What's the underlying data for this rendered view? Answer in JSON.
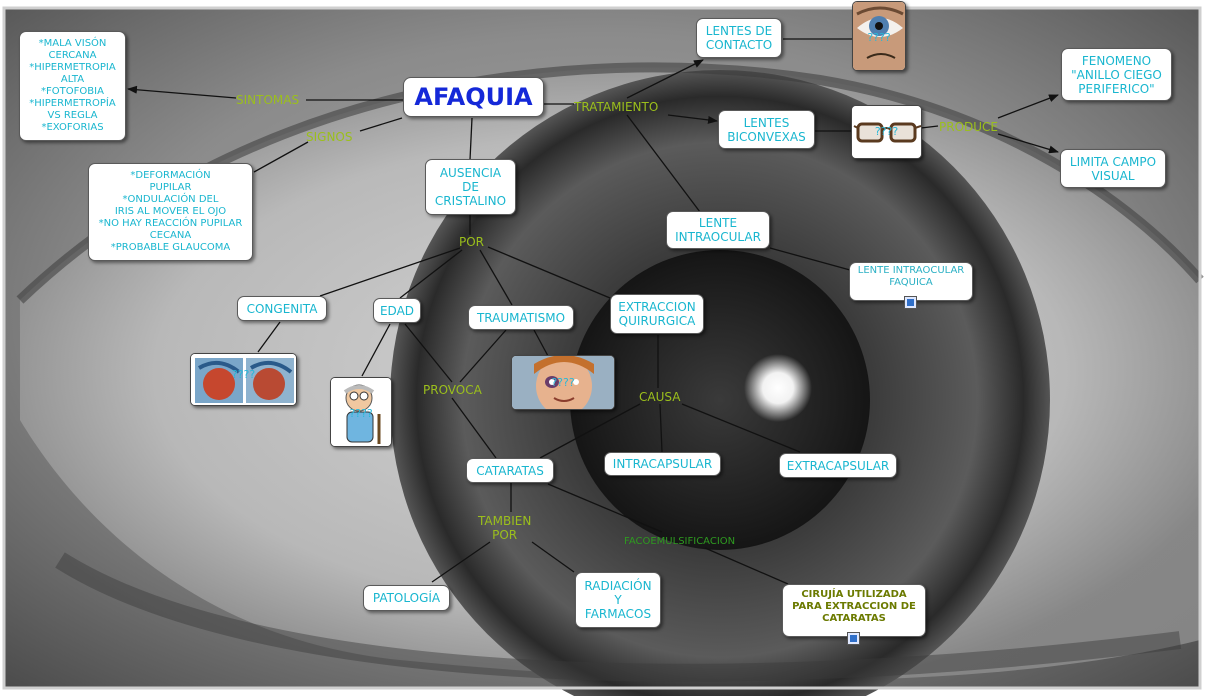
{
  "title": "AFAQUIA",
  "nodes": {
    "sintomas_list": "*MALA VISÓN\nCERCANA\n*HIPERMETROPIA\nALTA\n*FOTOFOBIA\n*HIPERMETROPÍA\nVS REGLA\n*EXOFORIAS",
    "signos_list": "*DEFORMACIÓN\nPUPILAR\n*ONDULACIÓN DEL\nIRIS AL MOVER EL OJO\n*NO HAY REACCIÓN PUPILAR\nCECANA\n*PROBABLE GLAUCOMA",
    "ausencia": "AUSENCIA\nDE\nCRISTALINO",
    "congenita": "CONGENITA",
    "edad": "EDAD",
    "traumatismo": "TRAUMATISMO",
    "extraccion": "EXTRACCION\nQUIRURGICA",
    "cataratas": "CATARATAS",
    "intracapsular": "INTRACAPSULAR",
    "extracapsular": "EXTRACAPSULAR",
    "patologia": "PATOLOGÍA",
    "radiacion": "RADIACIÓN\nY\nFARMACOS",
    "cirugia": "CIRUJÍA UTILIZADA\nPARA EXTRACCION DE\nCATARATAS",
    "lentes_contacto": "LENTES DE\nCONTACTO",
    "lentes_biconvexas": "LENTES\nBICONVEXAS",
    "lente_intraocular": "LENTE\nINTRAOCULAR",
    "lente_faquica": "LENTE INTRAOCULAR\nFAQUICA",
    "fenomeno": "FENOMENO\n\"ANILLO CIEGO\nPERIFERICO\"",
    "limita": "LIMITA CAMPO\nVISUAL"
  },
  "phrases": {
    "sintomas": "SINTOMAS",
    "signos": "SIGNOS",
    "tratamiento": "TRATAMIENTO",
    "por": "POR",
    "provoca": "PROVOCA",
    "causa": "CAUSA",
    "tambien_por": "TAMBIEN\nPOR",
    "facoemulsificacion": "FACOEMULSIFICACION",
    "produce": "PRODUCE"
  },
  "image_placeholder": "????"
}
